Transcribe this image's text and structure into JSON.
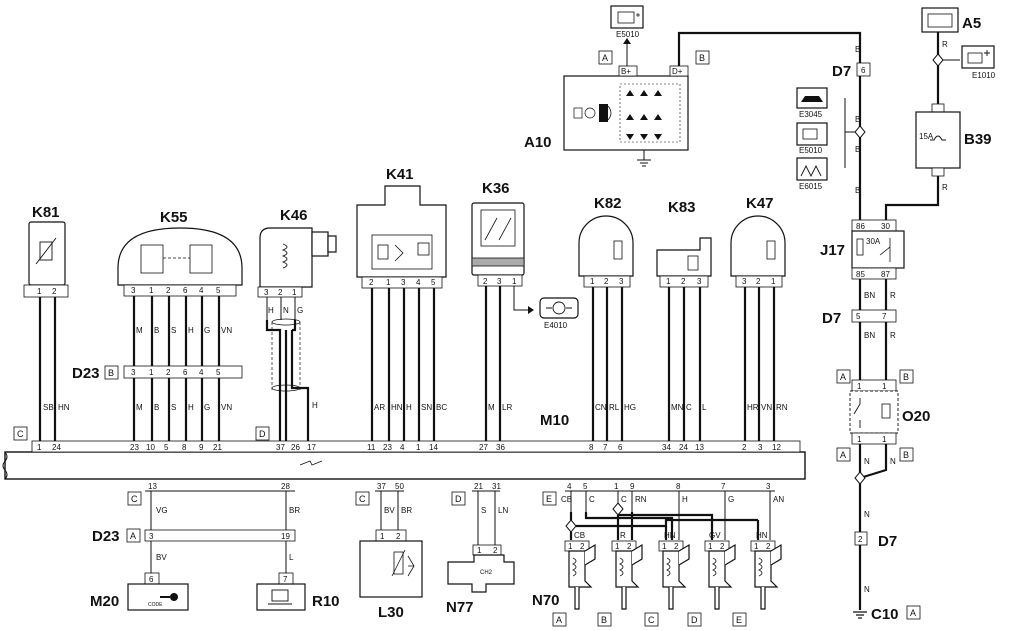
{
  "components": {
    "K81": "K81",
    "K55": "K55",
    "K46": "K46",
    "K41": "K41",
    "K36": "K36",
    "K82": "K82",
    "K83": "K83",
    "K47": "K47",
    "A10": "A10",
    "A5": "A5",
    "B39": "B39",
    "J17": "J17",
    "O20": "O20",
    "M10": "M10",
    "M20": "M20",
    "R10": "R10",
    "L30": "L30",
    "N77": "N77",
    "N70": "N70",
    "C10": "C10"
  },
  "connectors": {
    "D7_top": "D7",
    "D7_mid": "D7",
    "D7_bot": "D7",
    "D23_left": "D23",
    "D23_bottom": "D23"
  },
  "codes": {
    "e5010_top": "E5010",
    "e1010": "E1010",
    "e3045": "E3045",
    "e5010_side": "E5010",
    "e6015": "E6015",
    "e4010": "E4010"
  },
  "a10_pins": {
    "bplus": "B+",
    "dplus": "D+"
  },
  "b39_fuse": "15A",
  "j17_rating": "30A",
  "tags": {
    "A": "A",
    "B": "B",
    "C": "C",
    "D": "D",
    "E": "E"
  },
  "wire_labels": {
    "B": "B",
    "R": "R",
    "BN": "BN",
    "N": "N",
    "SB": "SB",
    "HN": "HN",
    "M": "M",
    "S": "S",
    "H": "H",
    "G": "G",
    "VN": "VN",
    "AR": "AR",
    "SN": "SN",
    "BC": "BC",
    "LR": "LR",
    "CN": "CN",
    "RL": "RL",
    "HG": "HG",
    "MN": "MN",
    "C": "C",
    "L": "L",
    "HR": "HR",
    "RN": "RN",
    "VG": "VG",
    "BR": "BR",
    "BV": "BV",
    "LN": "LN",
    "CB": "CB",
    "AN": "AN",
    "GV": "GV"
  },
  "pins": {
    "k81": [
      "1",
      "2"
    ],
    "k55": [
      "3",
      "1",
      "2",
      "6",
      "4",
      "5"
    ],
    "k46": [
      "3",
      "2",
      "1"
    ],
    "k41": [
      "2",
      "1",
      "3",
      "4",
      "5"
    ],
    "k36": [
      "2",
      "3",
      "1"
    ],
    "k82": [
      "1",
      "2",
      "3"
    ],
    "k83": [
      "1",
      "2",
      "3"
    ],
    "k47": [
      "3",
      "2",
      "1"
    ],
    "d23": [
      "3",
      "1",
      "2",
      "6",
      "4",
      "5"
    ],
    "m10_top": [
      "1",
      "24",
      "23",
      "10",
      "5",
      "8",
      "9",
      "21",
      "37",
      "26",
      "17",
      "11",
      "23",
      "4",
      "1",
      "14",
      "27",
      "36",
      "8",
      "7",
      "6",
      "34",
      "24",
      "13",
      "2",
      "3",
      "12"
    ],
    "m10_bottom": [
      "13",
      "28",
      "37",
      "50",
      "21",
      "31",
      "4",
      "5",
      "1",
      "9",
      "8",
      "7",
      "3"
    ],
    "d23b": [
      "3",
      "19"
    ],
    "j17": [
      "86",
      "30",
      "85",
      "87"
    ],
    "d7": [
      "6",
      "5",
      "7",
      "2"
    ],
    "o20": [
      "1",
      "1"
    ],
    "m20": "6",
    "r10": "7",
    "l30": [
      "1",
      "2"
    ],
    "n77": [
      "1",
      "2"
    ],
    "n70": [
      "1",
      "2"
    ]
  },
  "n77_symbol": "CH2",
  "m20_code": "CODE"
}
